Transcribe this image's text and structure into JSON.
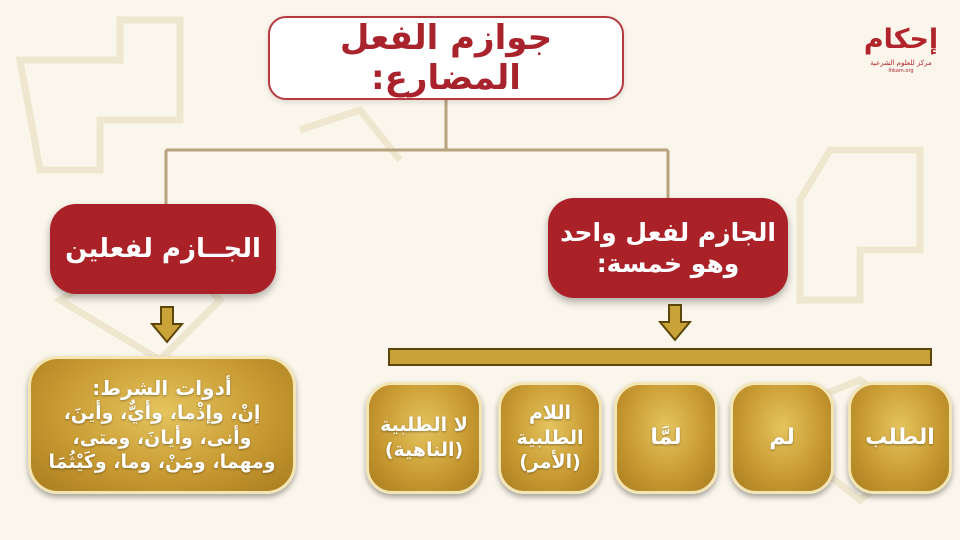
{
  "title": "جوازم الفعل المضارع:",
  "branches": {
    "two_verbs": {
      "heading": "الجــازم لفعلين",
      "conditionals": {
        "heading": "أدوات الشرط:",
        "lines": [
          "إنْ، وإذْما، وأيٌّ، وأينَ،",
          "وأنى، وأيانَ، ومتى،",
          "ومهما، ومَنْ، وما، وكَيْثُمَا"
        ]
      }
    },
    "one_verb": {
      "heading_lines": [
        "الجازم لفعل واحد",
        "وهو خمسة:"
      ],
      "types": [
        {
          "lines": [
            "الطلب"
          ]
        },
        {
          "lines": [
            "لم"
          ]
        },
        {
          "lines": [
            "لمَّا"
          ]
        },
        {
          "lines": [
            "اللام",
            "الطلبية",
            "(الأمر)"
          ]
        },
        {
          "lines": [
            "لا الطلبية",
            "(الناهية)"
          ]
        }
      ]
    }
  },
  "logo": {
    "word": "إحكام",
    "subtitle": "مركز للعلوم الشرعية",
    "tiny": "Ihkam.org"
  },
  "colors": {
    "red": "#ab2128",
    "gold": "#c99b33",
    "connector": "#b9a27e",
    "background": "#faf6ec"
  }
}
